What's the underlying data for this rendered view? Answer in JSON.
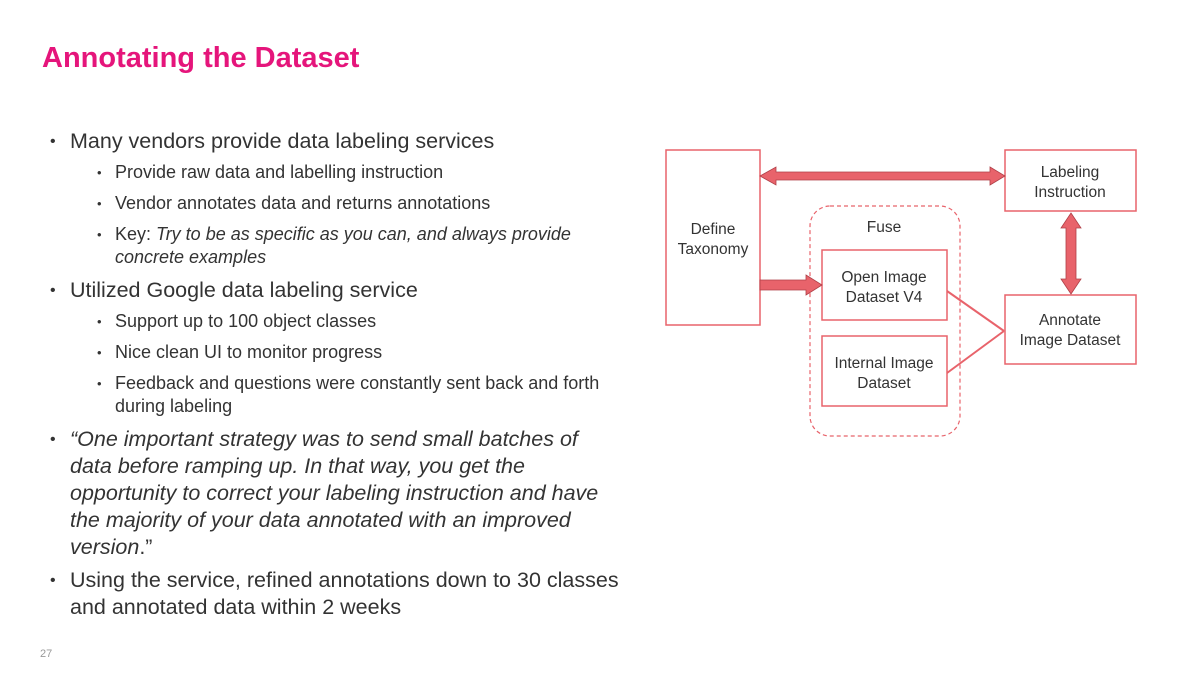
{
  "slide": {
    "title": "Annotating the Dataset",
    "page_number": "27"
  },
  "bullets": {
    "b1": "Many vendors provide data labeling services",
    "b1_1": "Provide raw data and labelling instruction",
    "b1_2": "Vendor annotates data and returns annotations",
    "b1_3_prefix": "Key: ",
    "b1_3_italic": "Try to be as specific as you can, and always provide concrete examples",
    "b2": "Utilized Google data labeling service",
    "b2_1": "Support up to 100 object classes",
    "b2_2": "Nice clean UI to monitor progress",
    "b2_3": "Feedback and questions were constantly sent back and forth during labeling",
    "b3_quote": "“One important strategy was to send small batches of data before ramping up. In that way, you get the opportunity to correct your labeling instruction and have the majority of your data annotated with an improved version",
    "b3_end": ".”",
    "b4": "Using the service, refined annotations down to 30 classes and annotated data within 2 weeks"
  },
  "diagram": {
    "define_l1": "Define",
    "define_l2": "Taxonomy",
    "labeling_l1": "Labeling",
    "labeling_l2": "Instruction",
    "fuse": "Fuse",
    "open_l1": "Open Image",
    "open_l2": "Dataset V4",
    "internal_l1": "Internal Image",
    "internal_l2": "Dataset",
    "annotate_l1": "Annotate",
    "annotate_l2": "Image Dataset",
    "colors": {
      "box_border": "#e8636b",
      "arrow_fill": "#e8636b",
      "arrow_stroke": "#b04048",
      "title": "#e5157b"
    }
  }
}
